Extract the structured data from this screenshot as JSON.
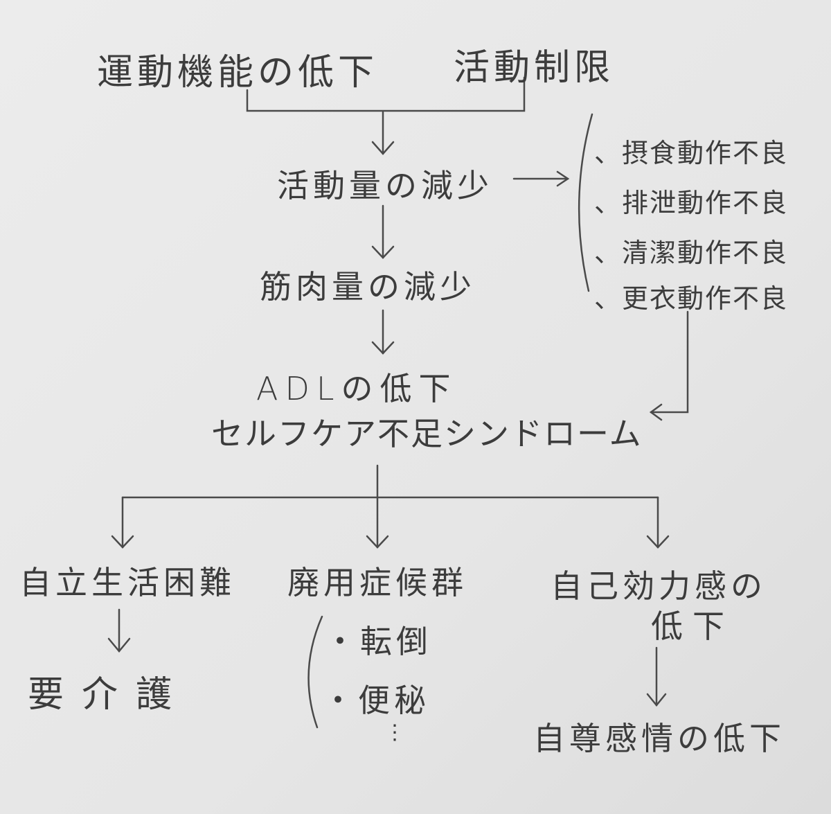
{
  "diagram": {
    "top_left": "運動機能の低下",
    "top_right": "活動制限",
    "activity_decrease": "活動量の減少",
    "muscle_decrease": "筋肉量の減少",
    "adl_line1": "ADLの低下",
    "adl_line2": "セルフケア不足シンドローム",
    "self_care_list": [
      "、摂食動作不良",
      "、排泄動作不良",
      "、清潔動作不良",
      "、更衣動作不良"
    ],
    "independent_living": "自立生活困難",
    "care_needed": "要介護",
    "disuse_syndrome": "廃用症候群",
    "disuse_items": [
      "・転倒",
      "・便秘"
    ],
    "disuse_more": "⋮",
    "self_efficacy_line1": "自己効力感の",
    "self_efficacy_line2": "低下",
    "self_esteem": "自尊感情の低下"
  }
}
